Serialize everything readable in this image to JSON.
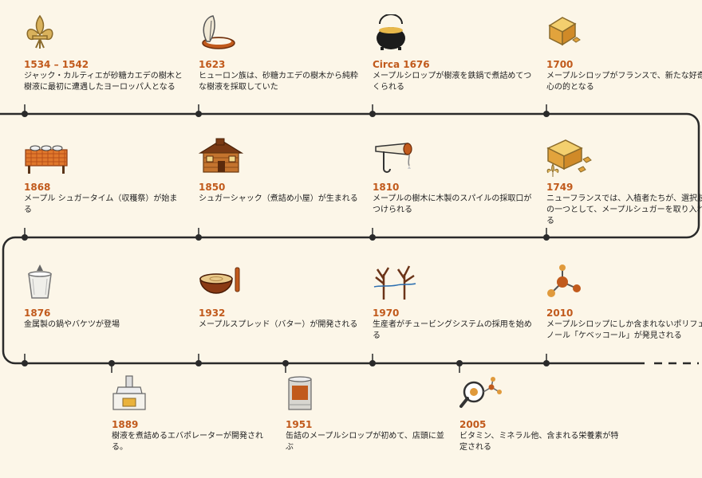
{
  "colors": {
    "accent": "#c15a1c",
    "line": "#2a2a2a",
    "background": "#fcf6e8"
  },
  "events": [
    {
      "year": "1534 – 1542",
      "text": "ジャック・カルティエが砂糖カエデの樹木と樹液に最初に遭遇したヨーロッパ人となる",
      "icon": "fleur-de-lis-icon"
    },
    {
      "year": "1623",
      "text": "ヒューロン族は、砂糖カエデの樹木から純粋な樹液を採取していた",
      "icon": "feather-headband-icon"
    },
    {
      "year": "Circa 1676",
      "text": "メープルシロップが樹液を鉄鍋で煮詰めてつくられる",
      "icon": "cauldron-icon"
    },
    {
      "year": "1700",
      "text": "メープルシロップがフランスで、新たな好奇心の的となる",
      "icon": "sugar-cube-icon"
    },
    {
      "year": "1868",
      "text": "メープル シュガータイム（収穫祭）が始まる",
      "icon": "feast-table-icon"
    },
    {
      "year": "1850",
      "text": "シュガーシャック（煮詰め小屋）が生まれる",
      "icon": "sugar-shack-icon"
    },
    {
      "year": "1810",
      "text": "メープルの樹木に木製のスパイルの採取口がつけられる",
      "icon": "spile-icon"
    },
    {
      "year": "1749",
      "text": "ニューフランスでは、入植者たちが、選択肢の一つとして、メープルシュガーを取り入れる",
      "icon": "maple-sugar-block-icon"
    },
    {
      "year": "1876",
      "text": "金属製の鍋やバケツが登場",
      "icon": "bucket-icon"
    },
    {
      "year": "1932",
      "text": "メープルスプレッド（バター）が開発される",
      "icon": "spread-bowl-icon"
    },
    {
      "year": "1970",
      "text": "生産者がチュービングシステムの採用を始める",
      "icon": "tubing-trees-icon"
    },
    {
      "year": "2010",
      "text": "メープルシロップにしか含まれないポリフェノール「ケベッコール」が発見される",
      "icon": "molecule-icon"
    },
    {
      "year": "1889",
      "text": "樹液を煮詰めるエバポレーターが開発される。",
      "icon": "evaporator-icon"
    },
    {
      "year": "1951",
      "text": "缶詰のメープルシロップが初めて、店頭に並ぶ",
      "icon": "syrup-can-icon"
    },
    {
      "year": "2005",
      "text": "ビタミン、ミネラル他、含まれる栄養素が特定される",
      "icon": "magnifier-molecule-icon"
    }
  ]
}
